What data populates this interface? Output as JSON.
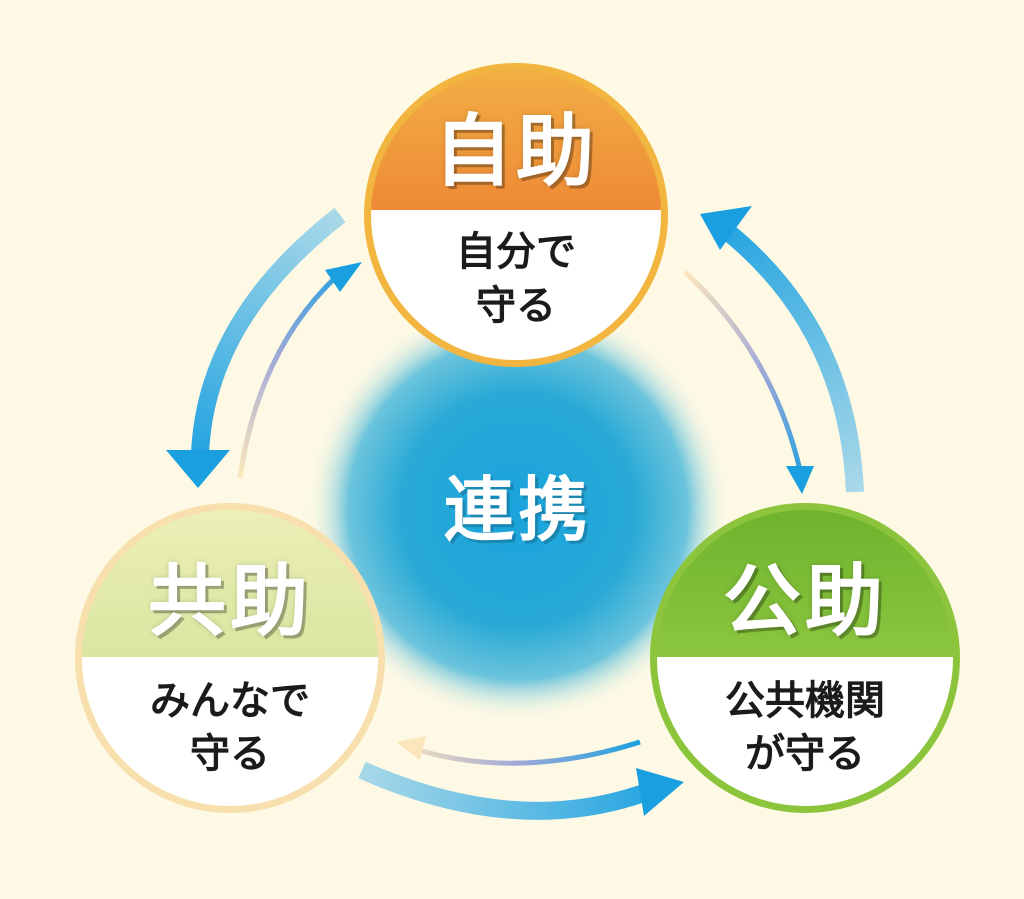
{
  "nodes": {
    "jijo": {
      "title": "自助",
      "line1": "自分で",
      "line2": "守る"
    },
    "kyojo": {
      "title": "共助",
      "line1": "みんなで",
      "line2": "守る"
    },
    "kojo": {
      "title": "公助",
      "line1": "公共機関",
      "line2": "が守る"
    }
  },
  "center": {
    "label": "連携"
  },
  "colors": {
    "background": "#fdf9e4",
    "jijo": "#f0a040",
    "kyojo": "#dde8a6",
    "kojo": "#72b32e",
    "center": "#20a8d8",
    "arrow": "#1aa0e0"
  }
}
